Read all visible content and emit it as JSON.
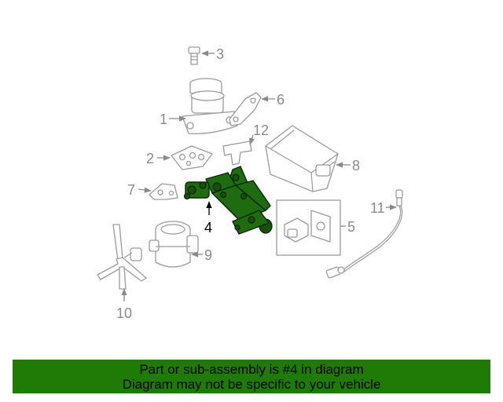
{
  "colors": {
    "banner_background": "#1f7a06",
    "highlight_part": "#1f6b10",
    "line_art": "#9a9a9a"
  },
  "callouts": {
    "c1": "1",
    "c2": "2",
    "c3": "3",
    "c4": "4",
    "c5": "5",
    "c6": "6",
    "c7": "7",
    "c8": "8",
    "c9": "9",
    "c10": "10",
    "c11": "11",
    "c12": "12"
  },
  "highlighted_callout": "4",
  "banner": {
    "line1": "Part or sub-assembly is #4 in diagram",
    "line2": "Diagram may not be specific to your vehicle"
  }
}
